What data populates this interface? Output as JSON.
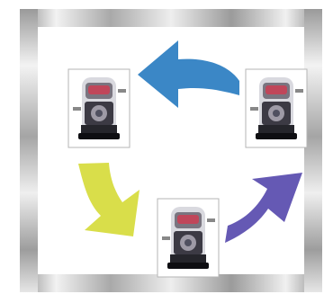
{
  "diagram": {
    "style": "cycle-of-three",
    "frame": "metallic-border",
    "nodes": [
      {
        "id": "left",
        "icon": "compressor-cutaway-icon"
      },
      {
        "id": "right",
        "icon": "compressor-cutaway-icon"
      },
      {
        "id": "bottom",
        "icon": "compressor-cutaway-icon"
      }
    ],
    "arrows": [
      {
        "from": "right",
        "to": "left",
        "color": "#3b87c6"
      },
      {
        "from": "left",
        "to": "bottom",
        "color": "#d9de4a"
      },
      {
        "from": "bottom",
        "to": "right",
        "color": "#6559b4"
      }
    ]
  }
}
